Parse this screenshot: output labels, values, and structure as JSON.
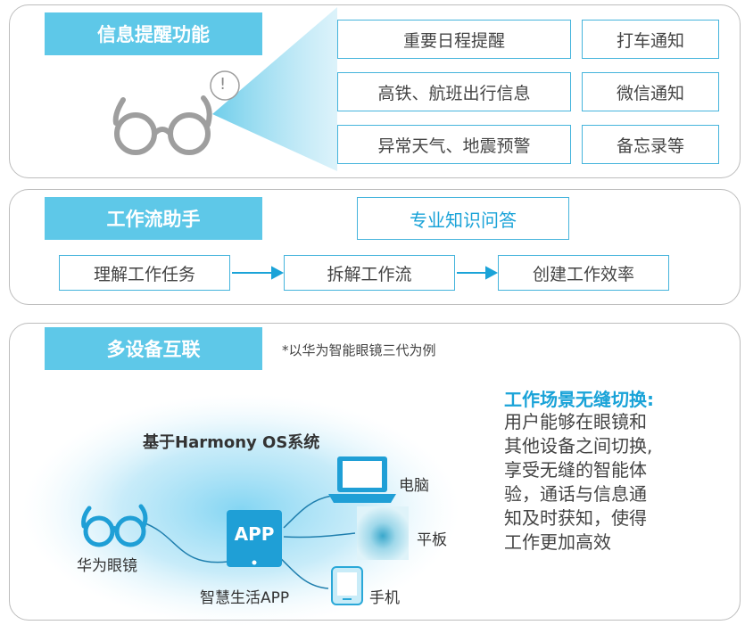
{
  "section1": {
    "title": "信息提醒功能",
    "items": [
      "重要日程提醒",
      "打车通知",
      "高铁、航班出行信息",
      "微信通知",
      "异常天气、地震预警",
      "备忘录等"
    ],
    "alert_symbol": "!"
  },
  "section2": {
    "title": "工作流助手",
    "qa_label": "专业知识问答",
    "flow": [
      "理解工作任务",
      "拆解工作流",
      "创建工作效率"
    ]
  },
  "section3": {
    "title": "多设备互联",
    "note": "*以华为智能眼镜三代为例",
    "os_label": "基于Harmony OS系统",
    "devices": {
      "computer": "电脑",
      "tablet": "平板",
      "phone": "手机",
      "glasses": "华为眼镜",
      "app_icon_text": "APP",
      "app_label": "智慧生活APP"
    },
    "highlight_title": "工作场景无缝切换:",
    "highlight_lines": [
      "用户能够在眼镜和",
      "其他设备之间切换,",
      "享受无缝的智能体",
      "验，通话与信息通",
      "知及时获知，使得",
      "工作更加高效"
    ]
  },
  "colors": {
    "accent": "#5ec8e8",
    "box_border": "#45b4dc",
    "highlight_text": "#1aa3d8",
    "icon_gray": "#9e9e9e",
    "device_blue": "#1f9fd6"
  }
}
